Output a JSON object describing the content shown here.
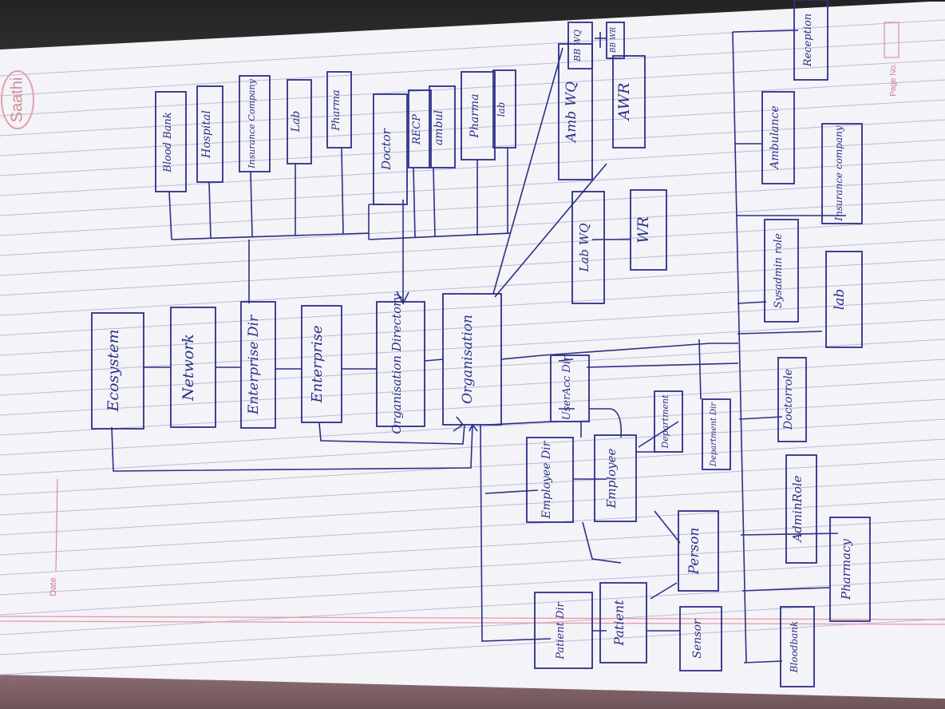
{
  "page": {
    "date_label": "Date",
    "page_no_label": "Page No.",
    "brand_logo_text": "Saathi"
  },
  "ink_color": "#2b2f86",
  "nodes": {
    "ecosystem": "Ecosystem",
    "network": "Network",
    "enterprise_dir": "Enterprise Dir",
    "enterprise": "Enterprise",
    "organisation_directory": "Organisation Directory",
    "organisation": "Organisation",
    "blood_bank": "Blood Bank",
    "hospital": "Hospital",
    "insurance_company_top": "Insurance Company",
    "lab_top": "Lab",
    "pharma_top": "Pharma",
    "doctor": "Doctor",
    "recp": "RECP",
    "ambul": "ambul",
    "pharma_org": "Pharma",
    "lab_org": "lab",
    "amb_wq": "Amb WQ",
    "bb_wq": "BB WQ",
    "bb_wr": "BB WR",
    "awr": "AWR",
    "lab_wq": "Lab WQ",
    "wr": "WR",
    "user_acc_dir": "UserAcc Dir",
    "employee_dir": "Employee Dir",
    "employee": "Employee",
    "department": "Department",
    "department_dir": "Department Dir",
    "person": "Person",
    "patient": "Patient",
    "patient_dir": "Patient Dir",
    "sensor": "Sensor",
    "reception": "Reception",
    "ambulance": "Ambulance",
    "insurance_company_role": "Insurance company",
    "sysadmin_role": "Sysadmin role",
    "lab_role": "lab",
    "doctor_role": "Doctorrole",
    "admin_role": "AdminRole",
    "pharmacy": "Pharmacy",
    "bloodbank_role": "Bloodbank"
  }
}
